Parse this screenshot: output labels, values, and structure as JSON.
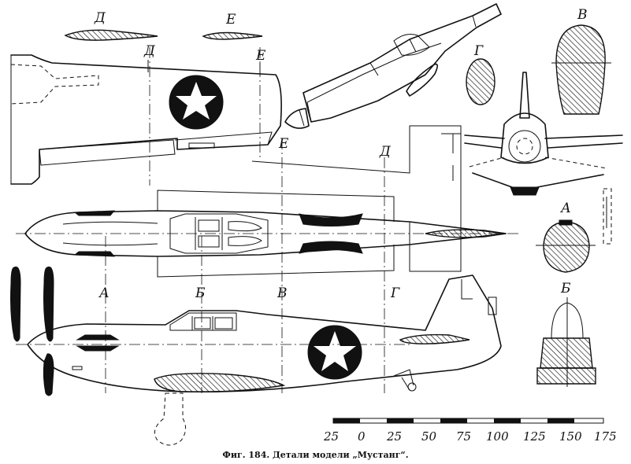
{
  "caption": "Фиг. 184. Детали модели „Мустанг“.",
  "section_labels": {
    "A": "А",
    "B": "Б",
    "V": "В",
    "G": "Г",
    "D": "Д",
    "E": "Е"
  },
  "scale": {
    "ticks": [
      "25",
      "0",
      "25",
      "50",
      "75",
      "100",
      "125",
      "150",
      "175"
    ]
  }
}
